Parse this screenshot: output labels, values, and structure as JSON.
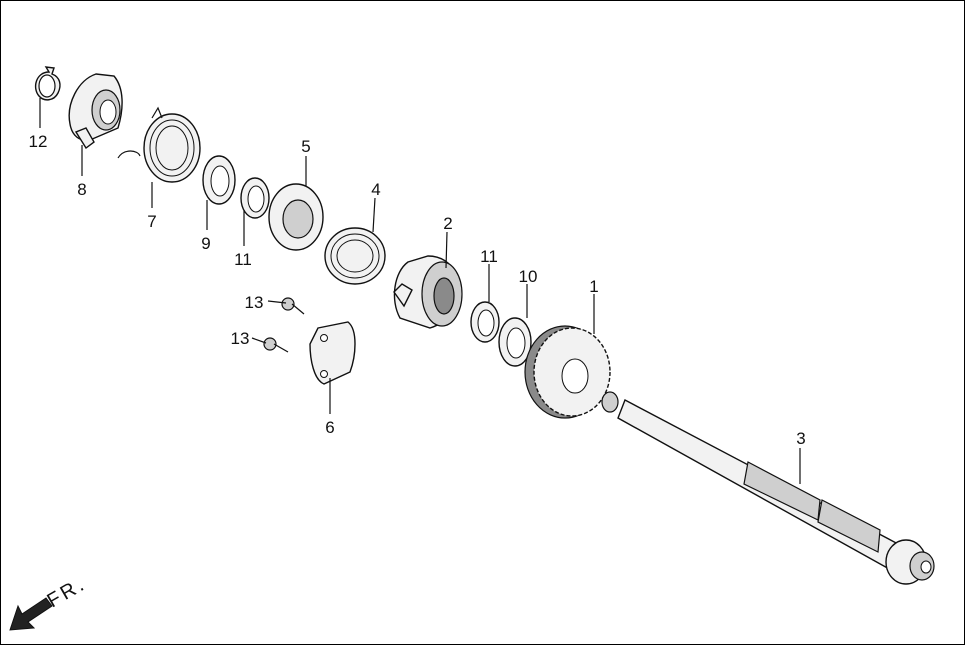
{
  "diagram": {
    "direction_label": "FR.",
    "callouts": [
      {
        "id": "c1",
        "text": "1"
      },
      {
        "id": "c2",
        "text": "2"
      },
      {
        "id": "c3",
        "text": "3"
      },
      {
        "id": "c4",
        "text": "4"
      },
      {
        "id": "c5",
        "text": "5"
      },
      {
        "id": "c6",
        "text": "6"
      },
      {
        "id": "c7",
        "text": "7"
      },
      {
        "id": "c8",
        "text": "8"
      },
      {
        "id": "c9",
        "text": "9"
      },
      {
        "id": "c10",
        "text": "10"
      },
      {
        "id": "c11a",
        "text": "11"
      },
      {
        "id": "c11b",
        "text": "11"
      },
      {
        "id": "c12",
        "text": "12"
      },
      {
        "id": "c13a",
        "text": "13"
      },
      {
        "id": "c13b",
        "text": "13"
      }
    ]
  }
}
